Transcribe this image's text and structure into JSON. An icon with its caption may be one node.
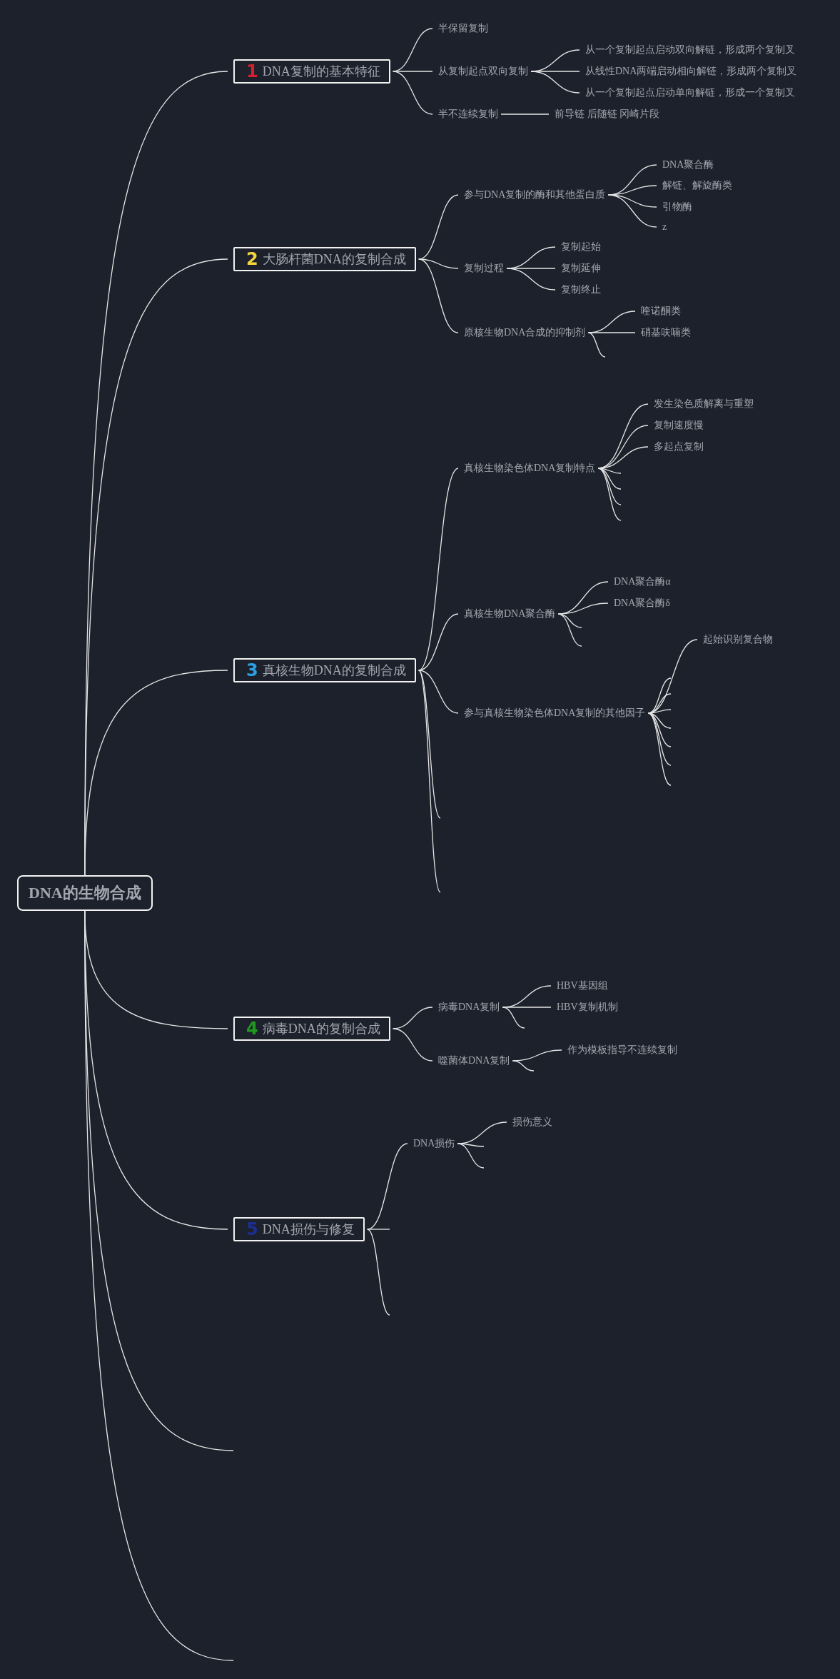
{
  "diagram": {
    "nodes": [
      {
        "text": [
          "DNA的生物合成"
        ]
      },
      {
        "text": [
          "1",
          "DNA复制的基本特征"
        ]
      },
      {
        "text": [
          "半保留复制"
        ]
      },
      {
        "text": [
          "从复制起点双向复制"
        ]
      },
      {
        "text": [
          "从一个复制起点启动双向解链，形成两个复制叉"
        ]
      },
      {
        "text": [
          "从线性DNA两端启动相向解链，形成两个复制叉"
        ]
      },
      {
        "text": [
          "从一个复制起点启动单向解链，形成一个复制叉"
        ]
      },
      {
        "text": [
          "半不连续复制"
        ]
      },
      {
        "text": [
          "前导链 后随链 冈崎片段"
        ]
      },
      {
        "text": [
          "2",
          "大肠杆菌DNA的复制合成"
        ]
      },
      {
        "text": [
          "参与DNA复制的酶和其他蛋白质"
        ]
      },
      {
        "text": [
          "DNA聚合酶"
        ]
      },
      {
        "text": [
          "解链、解旋酶类"
        ]
      },
      {
        "text": [
          "引物酶"
        ]
      },
      {
        "text": [
          "z"
        ]
      },
      {
        "text": [
          "复制过程"
        ]
      },
      {
        "text": [
          "复制起始"
        ]
      },
      {
        "text": [
          "复制延伸"
        ]
      },
      {
        "text": [
          "复制终止"
        ]
      },
      {
        "text": [
          "原核生物DNA合成的抑制剂"
        ]
      },
      {
        "text": [
          "喹诺酮类"
        ]
      },
      {
        "text": [
          "硝基呋喃类"
        ]
      },
      {
        "text": [
          "3",
          "真核生物DNA的复制合成"
        ]
      },
      {
        "text": [
          "真核生物染色体DNA复制特点"
        ]
      },
      {
        "text": [
          "发生染色质解离与重塑"
        ]
      },
      {
        "text": [
          "复制速度慢"
        ]
      },
      {
        "text": [
          "多起点复制"
        ]
      },
      {
        "text": [
          "真核生物DNA聚合酶"
        ]
      },
      {
        "text": [
          "DNA聚合酶α"
        ]
      },
      {
        "text": [
          "DNA聚合酶δ"
        ]
      },
      {
        "text": [
          "参与真核生物染色体DNA复制的其他因子"
        ]
      },
      {
        "text": [
          "起始识别复合物"
        ]
      },
      {
        "text": [
          "4",
          "病毒DNA的复制合成"
        ]
      },
      {
        "text": [
          "病毒DNA复制"
        ]
      },
      {
        "text": [
          "HBV基因组"
        ]
      },
      {
        "text": [
          "HBV复制机制"
        ]
      },
      {
        "text": [
          "噬菌体DNA复制"
        ]
      },
      {
        "text": [
          "作为模板指导不连续复制"
        ]
      },
      {
        "text": [
          "5",
          "DNA损伤与修复"
        ]
      },
      {
        "text": [
          "DNA损伤"
        ]
      },
      {
        "text": [
          "损伤意义"
        ]
      }
    ],
    "edges": [
      {
        "from": 0,
        "to": 1,
        "arrow": "none"
      },
      {
        "from": 0,
        "to": 9,
        "arrow": "none"
      },
      {
        "from": 0,
        "to": 22,
        "arrow": "none"
      },
      {
        "from": 0,
        "to": 32,
        "arrow": "none"
      },
      {
        "from": 0,
        "to": 38,
        "arrow": "none"
      },
      {
        "from": 0,
        "to": null,
        "arrow": "none"
      },
      {
        "from": 0,
        "to": null,
        "arrow": "none"
      },
      {
        "from": 1,
        "to": 2,
        "arrow": "none"
      },
      {
        "from": 1,
        "to": 3,
        "arrow": "none"
      },
      {
        "from": 1,
        "to": 7,
        "arrow": "none"
      },
      {
        "from": 3,
        "to": 4,
        "arrow": "none"
      },
      {
        "from": 3,
        "to": 5,
        "arrow": "none"
      },
      {
        "from": 3,
        "to": 6,
        "arrow": "none"
      },
      {
        "from": 7,
        "to": 8,
        "arrow": "none"
      },
      {
        "from": 9,
        "to": 10,
        "arrow": "none"
      },
      {
        "from": 9,
        "to": 15,
        "arrow": "none"
      },
      {
        "from": 9,
        "to": 19,
        "arrow": "none"
      },
      {
        "from": 10,
        "to": 11,
        "arrow": "none"
      },
      {
        "from": 10,
        "to": 12,
        "arrow": "none"
      },
      {
        "from": 10,
        "to": 13,
        "arrow": "none"
      },
      {
        "from": 10,
        "to": 14,
        "arrow": "none"
      },
      {
        "from": 15,
        "to": 16,
        "arrow": "none"
      },
      {
        "from": 15,
        "to": 17,
        "arrow": "none"
      },
      {
        "from": 15,
        "to": 18,
        "arrow": "none"
      },
      {
        "from": 19,
        "to": 20,
        "arrow": "none"
      },
      {
        "from": 19,
        "to": 21,
        "arrow": "none"
      },
      {
        "from": 19,
        "to": null,
        "arrow": "none"
      },
      {
        "from": 22,
        "to": 23,
        "arrow": "none"
      },
      {
        "from": 22,
        "to": 27,
        "arrow": "none"
      },
      {
        "from": 22,
        "to": 30,
        "arrow": "none"
      },
      {
        "from": 22,
        "to": null,
        "arrow": "none"
      },
      {
        "from": 22,
        "to": null,
        "arrow": "none"
      },
      {
        "from": 23,
        "to": 24,
        "arrow": "none"
      },
      {
        "from": 23,
        "to": 25,
        "arrow": "none"
      },
      {
        "from": 23,
        "to": 26,
        "arrow": "none"
      },
      {
        "from": 23,
        "to": null,
        "arrow": "none"
      },
      {
        "from": 23,
        "to": null,
        "arrow": "none"
      },
      {
        "from": 23,
        "to": null,
        "arrow": "none"
      },
      {
        "from": 23,
        "to": null,
        "arrow": "none"
      },
      {
        "from": 27,
        "to": 28,
        "arrow": "none"
      },
      {
        "from": 27,
        "to": 29,
        "arrow": "none"
      },
      {
        "from": 27,
        "to": null,
        "arrow": "none"
      },
      {
        "from": 27,
        "to": null,
        "arrow": "none"
      },
      {
        "from": 30,
        "to": 31,
        "arrow": "none"
      },
      {
        "from": 30,
        "to": null,
        "arrow": "none"
      },
      {
        "from": 30,
        "to": null,
        "arrow": "none"
      },
      {
        "from": 30,
        "to": null,
        "arrow": "none"
      },
      {
        "from": 30,
        "to": null,
        "arrow": "none"
      },
      {
        "from": 30,
        "to": null,
        "arrow": "none"
      },
      {
        "from": 30,
        "to": null,
        "arrow": "none"
      },
      {
        "from": 30,
        "to": null,
        "arrow": "none"
      },
      {
        "from": 32,
        "to": 33,
        "arrow": "none"
      },
      {
        "from": 32,
        "to": 36,
        "arrow": "none"
      },
      {
        "from": 33,
        "to": 34,
        "arrow": "none"
      },
      {
        "from": 33,
        "to": 35,
        "arrow": "none"
      },
      {
        "from": 33,
        "to": null,
        "arrow": "none"
      },
      {
        "from": 36,
        "to": 37,
        "arrow": "none"
      },
      {
        "from": 36,
        "to": null,
        "arrow": "none"
      },
      {
        "from": 38,
        "to": 39,
        "arrow": "none"
      },
      {
        "from": 38,
        "to": null,
        "arrow": "none"
      },
      {
        "from": 38,
        "to": null,
        "arrow": "none"
      },
      {
        "from": 39,
        "to": 40,
        "arrow": "none"
      },
      {
        "from": 39,
        "to": null,
        "arrow": "none"
      },
      {
        "from": 39,
        "to": null,
        "arrow": "none"
      }
    ]
  }
}
